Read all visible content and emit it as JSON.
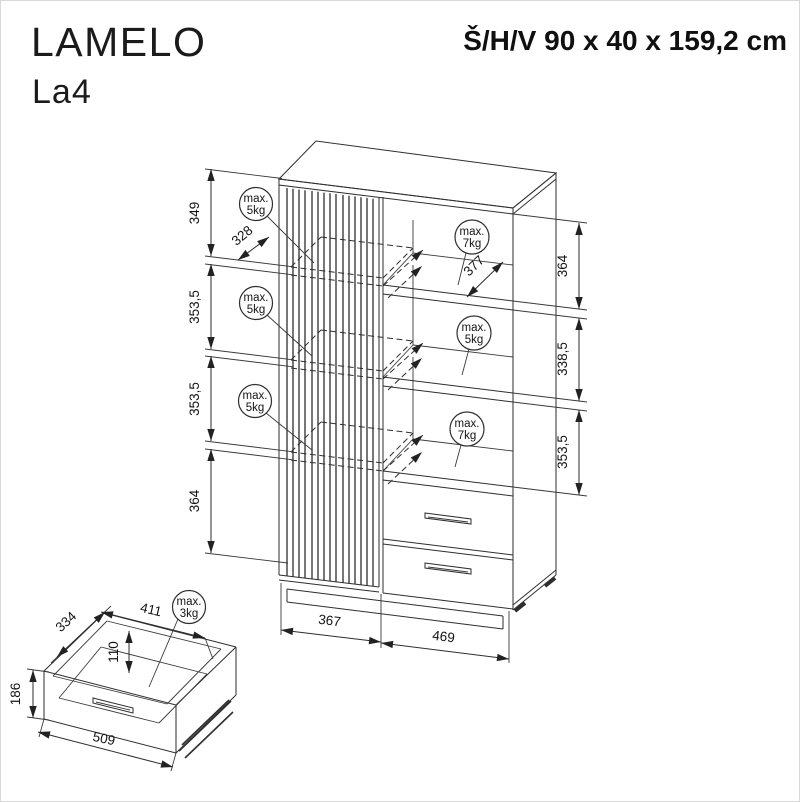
{
  "header": {
    "brand": "LAMELO",
    "model": "La4",
    "size_label": "Š/H/V 90 x 40 x 159,2 cm"
  },
  "cabinet": {
    "dim_left_1": "349",
    "dim_left_2": "353,5",
    "dim_left_3": "353,5",
    "dim_left_4": "364",
    "dim_right_1": "364",
    "dim_right_2": "338,5",
    "dim_right_3": "353,5",
    "dim_shelf_depth_closed": "328",
    "dim_shelf_depth_open": "377",
    "dim_bottom_left": "367",
    "dim_bottom_right": "469",
    "badge_max": "max.",
    "badge_left_1": "5kg",
    "badge_left_2": "5kg",
    "badge_left_3": "5kg",
    "badge_right_1": "7kg",
    "badge_right_2": "5kg",
    "badge_right_3": "7kg"
  },
  "drawer": {
    "dim_depth": "334",
    "dim_inner_width": "411",
    "dim_inner_height": "110",
    "dim_front_height": "186",
    "dim_outer_width": "509",
    "badge_max": "max.",
    "badge_weight": "3kg"
  }
}
